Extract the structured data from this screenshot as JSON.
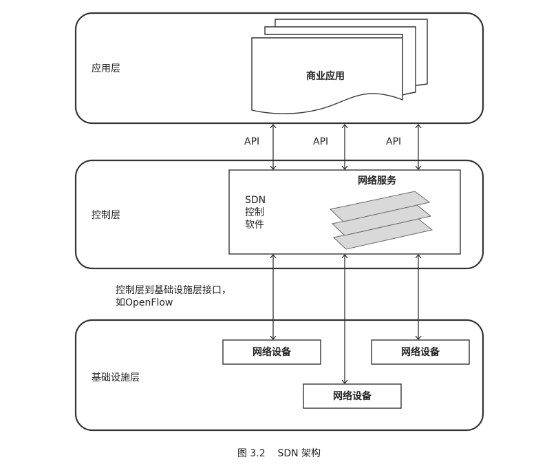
{
  "layers": {
    "app": "应用层",
    "control": "控制层",
    "infra": "基础设施层"
  },
  "business_app": "商业应用",
  "api_labels": [
    "API",
    "API",
    "API"
  ],
  "controller": {
    "software_lines": [
      "SDN",
      "控制",
      "软件"
    ],
    "network_services": "网络服务"
  },
  "interface_note": {
    "line1": "控制层到基础设施层接口，",
    "line2": "如OpenFlow"
  },
  "devices": [
    "网络设备",
    "网络设备",
    "网络设备"
  ],
  "caption": "图 3.2    SDN 架构"
}
